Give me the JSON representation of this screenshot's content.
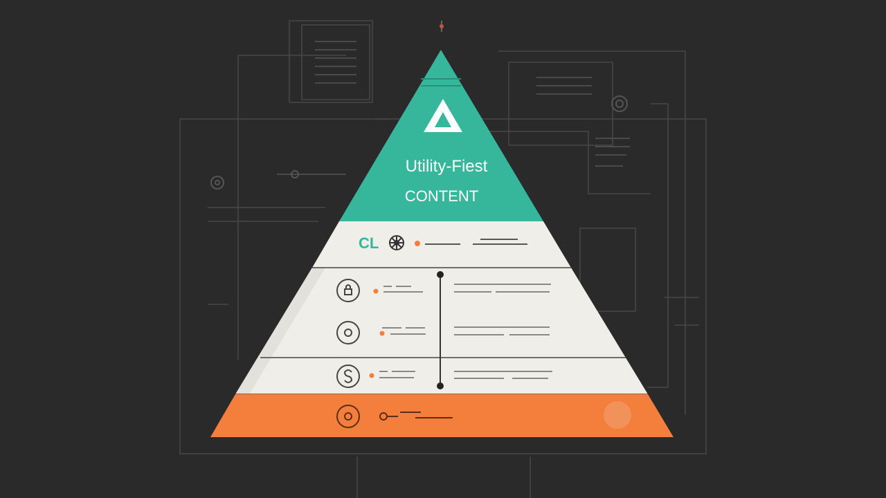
{
  "diagram": {
    "title_line1": "Utility-Fiest",
    "title_line2": "CONTENT",
    "band_label": "CL",
    "icons": {
      "apex": "triangle-icon",
      "band": "flower-icon",
      "row1": "lock-icon",
      "row2": "circle-icon",
      "row3": "s-icon",
      "base": "circle-icon"
    },
    "colors": {
      "background": "#2a2a2a",
      "teal": "#36b79c",
      "light": "#efeee9",
      "orange": "#f47f3c",
      "accent_dot": "#f47f3c",
      "line": "#555555"
    }
  }
}
